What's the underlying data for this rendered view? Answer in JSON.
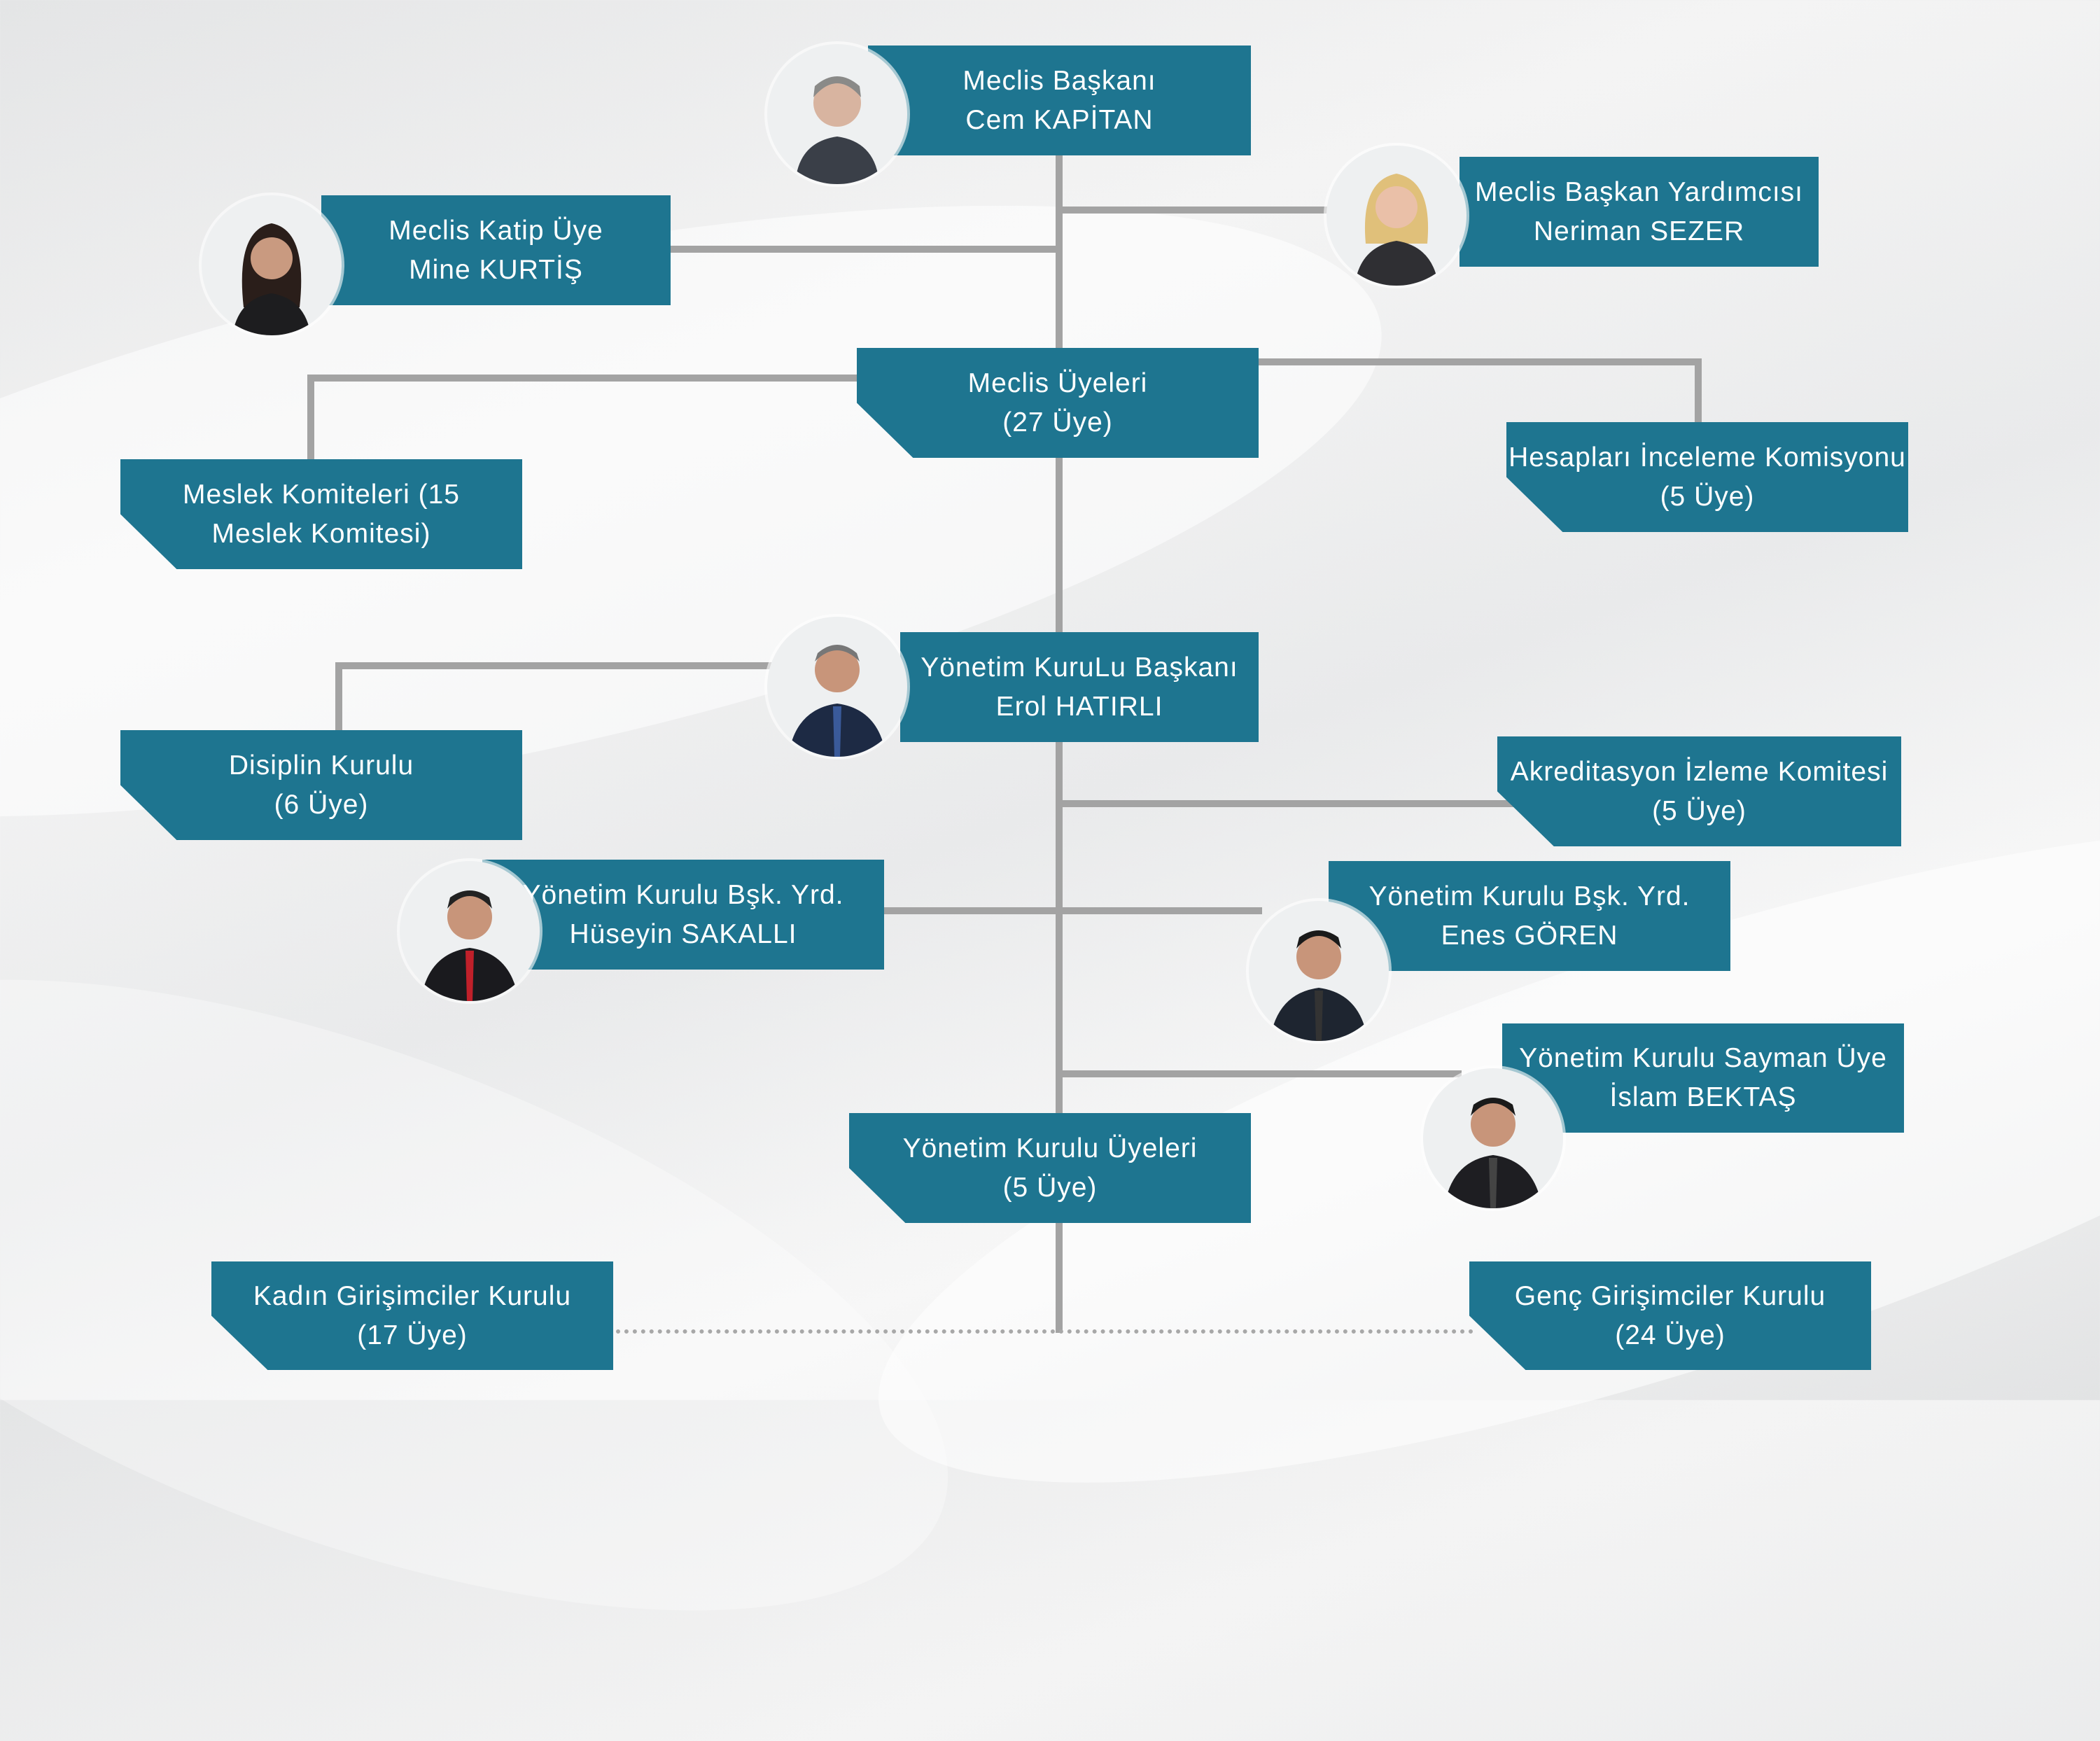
{
  "colors": {
    "box": "#1e7590",
    "line": "#a3a3a3"
  },
  "nodes": {
    "meclis_baskani": {
      "title": "Meclis Başkanı",
      "name": "Cem KAPİTAN"
    },
    "meclis_baskan_yrd": {
      "title": "Meclis Başkan Yardımcısı",
      "name": "Neriman SEZER"
    },
    "meclis_katip": {
      "title": "Meclis Katip Üye",
      "name": "Mine KURTİŞ"
    },
    "meclis_uyeleri": {
      "title": "Meclis Üyeleri",
      "name": "(27 Üye)"
    },
    "hesaplari": {
      "title": "Hesapları İnceleme Komisyonu",
      "name": "(5 Üye)"
    },
    "meslek": {
      "title": "Meslek Komiteleri (15",
      "name": "Meslek Komitesi)"
    },
    "yk_baskani": {
      "title": "Yönetim KuruLu Başkanı",
      "name": "Erol HATIRLI"
    },
    "disiplin": {
      "title": "Disiplin Kurulu",
      "name": "(6 Üye)"
    },
    "akreditasyon": {
      "title": "Akreditasyon İzleme Komitesi",
      "name": "(5 Üye)"
    },
    "yk_yrd1": {
      "title": "Yönetim Kurulu Bşk. Yrd.",
      "name": "Hüseyin SAKALLI"
    },
    "yk_yrd2": {
      "title": "Yönetim Kurulu Bşk. Yrd.",
      "name": "Enes GÖREN"
    },
    "sayman": {
      "title": "Yönetim Kurulu Sayman Üye",
      "name": "İslam BEKTAŞ"
    },
    "yk_uyeleri": {
      "title": "Yönetim Kurulu Üyeleri",
      "name": "(5 Üye)"
    },
    "kadin": {
      "title": "Kadın Girişimciler Kurulu",
      "name": "(17 Üye)"
    },
    "genc": {
      "title": "Genç Girişimciler Kurulu",
      "name": "(24 Üye)"
    }
  }
}
